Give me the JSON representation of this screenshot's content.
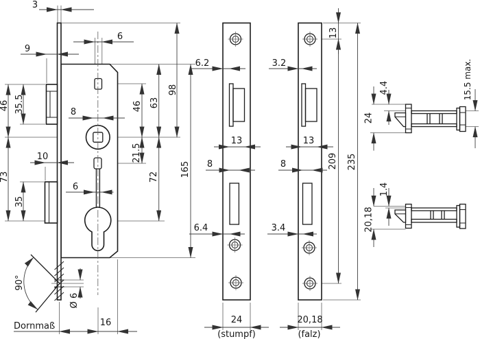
{
  "drawing_colors": {
    "outline": "#1c1c1c",
    "dimension": "#3f3f3f",
    "background": "#ffffff"
  },
  "main": {
    "faceplate_thickness": "3",
    "latch_projection": "9",
    "follower_slot_width": "6",
    "spindle_square": "8",
    "pin_hole_width": "6",
    "deadbolt_throw": "10",
    "latch_to_spindle": "46",
    "latch_height": "35.5",
    "spindle_to_cylinder": "73",
    "deadbolt_height": "35",
    "latchhub_to_spindle": "46",
    "spindle_to_pin": "21.5",
    "casetop_to_spindle": "63",
    "spindle_to_cyl_right": "72",
    "platetop_to_spindle": "98",
    "case_height": "165",
    "swing_angle": "90°",
    "hole_diameter": "Ø 6",
    "backset_label": "Dornmaß",
    "center_to_rear": "16"
  },
  "stumpf": {
    "edge_to_latch": "6.2",
    "latch_width": "13",
    "slot_width": "8",
    "edge_to_slot": "6.4",
    "plate_width": "24",
    "caption": "(stumpf)"
  },
  "falz": {
    "top_to_hole": "13",
    "edge_to_latch": "3.2",
    "latch_width": "13",
    "slot_width": "8",
    "edge_to_slot": "3.4",
    "hole_spacing": "209",
    "plate_length": "235",
    "plate_width": "20,18",
    "caption": "(falz)"
  },
  "detail_top": {
    "lip": "4.4",
    "height": "24",
    "projection": "15.5 max."
  },
  "detail_bottom": {
    "lip": "1.4",
    "height": "20,18"
  }
}
